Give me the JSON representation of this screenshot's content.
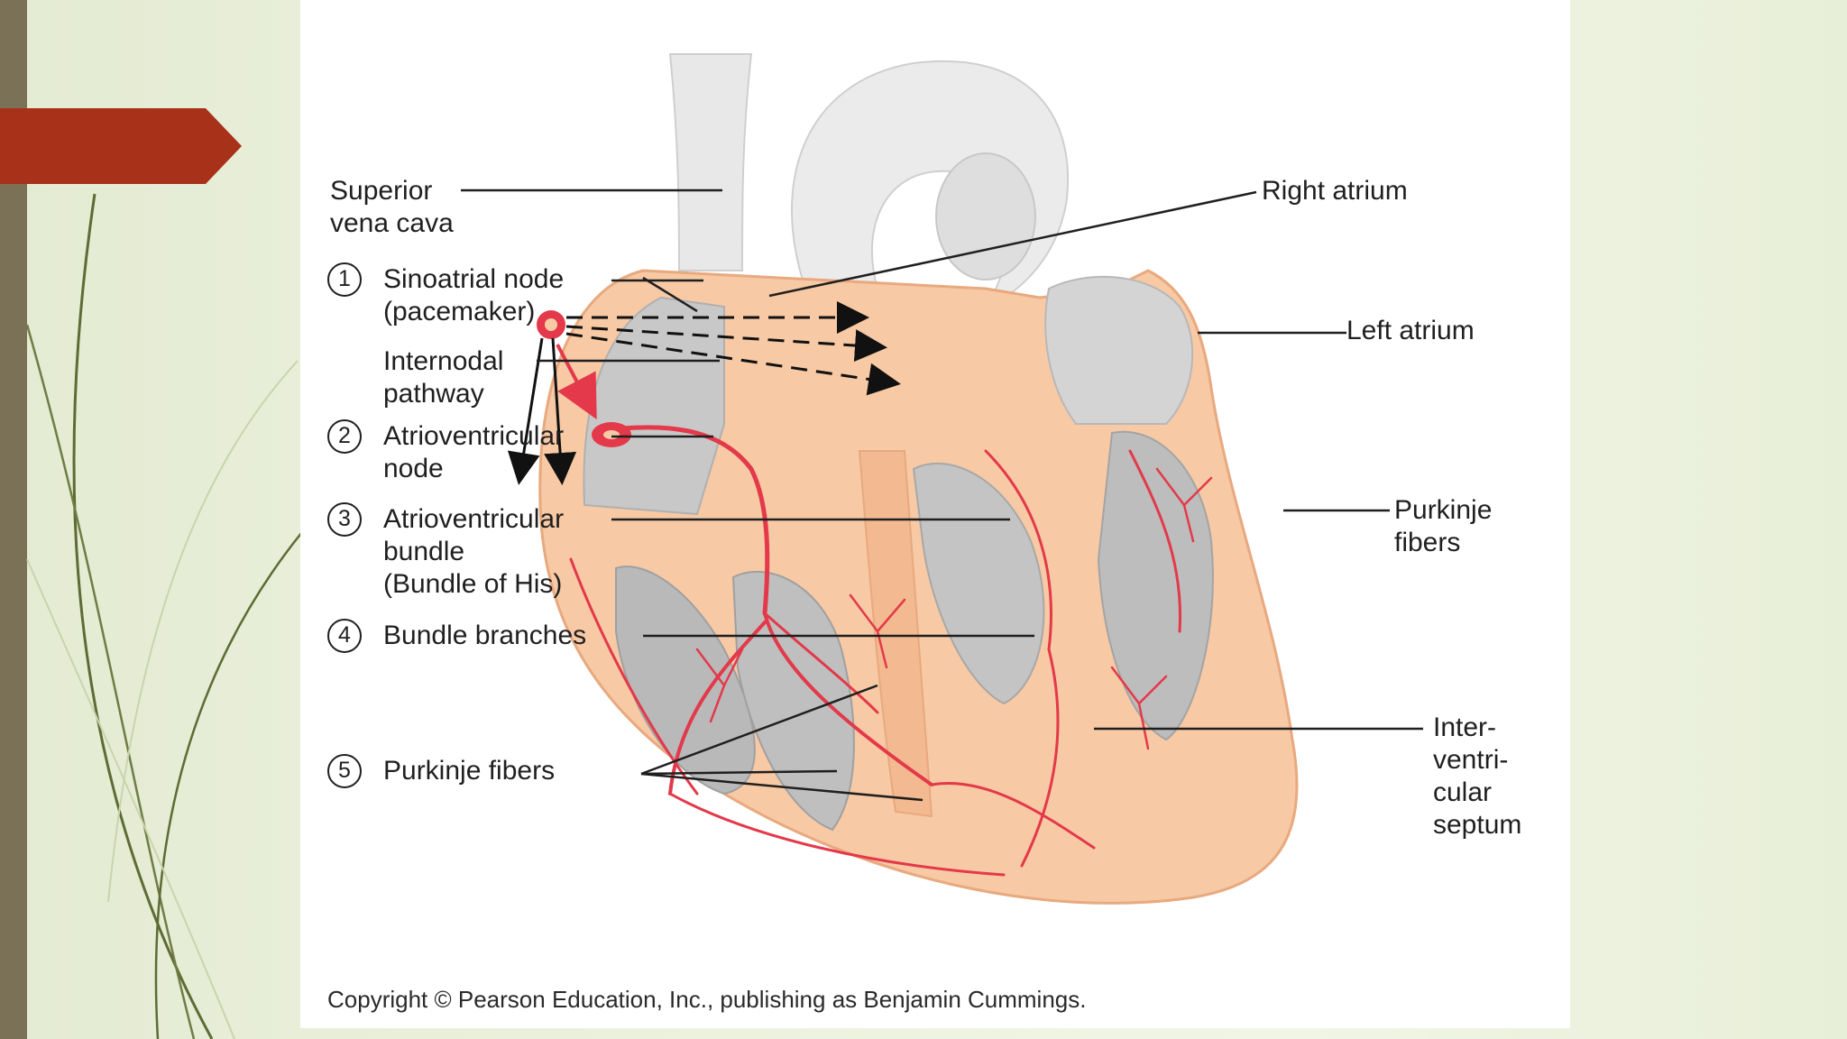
{
  "slide": {
    "accent_color": "#a8311a",
    "bar_color": "#7a7157",
    "background_color": "#edf2df"
  },
  "diagram": {
    "title": "",
    "myocardium_color": "#f7c9a4",
    "conduction_color": "#e3394a",
    "labels": {
      "superior_vena_cava_1": "Superior",
      "superior_vena_cava_2": "vena cava",
      "right_atrium": "Right atrium",
      "left_atrium": "Left atrium",
      "sa_node_1": "Sinoatrial node",
      "sa_node_2": "(pacemaker)",
      "internodal_1": "Internodal",
      "internodal_2": "pathway",
      "av_node_1": "Atrioventricular",
      "av_node_2": "node",
      "av_bundle_1": "Atrioventricular",
      "av_bundle_2": "bundle",
      "av_bundle_3": "(Bundle of His)",
      "bundle_branches": "Bundle branches",
      "purkinje_left": "Purkinje fibers",
      "purkinje_right_1": "Purkinje",
      "purkinje_right_2": "fibers",
      "septum_1": "Inter-",
      "septum_2": "ventri-",
      "septum_3": "cular",
      "septum_4": "septum"
    },
    "steps": [
      "1",
      "2",
      "3",
      "4",
      "5"
    ],
    "copyright": "Copyright © Pearson Education, Inc., publishing as Benjamin Cummings."
  }
}
